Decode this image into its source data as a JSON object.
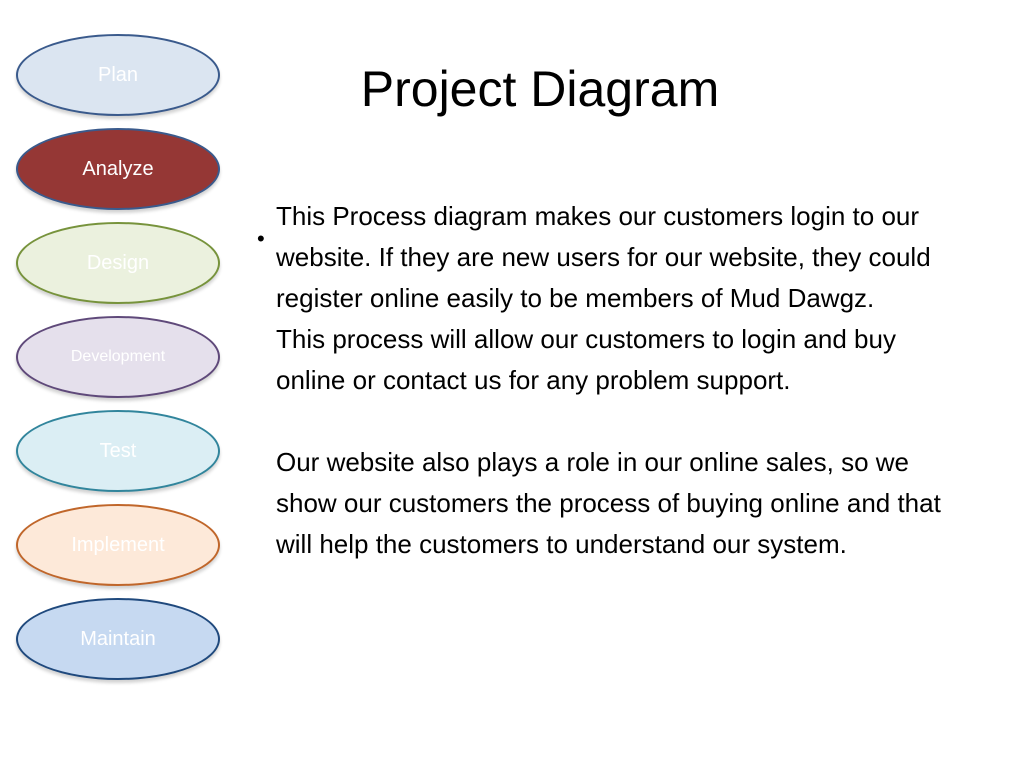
{
  "title": "Project Diagram",
  "phases": [
    {
      "label": "Plan",
      "fill": "#dbe5f1",
      "border": "#3a5a8c",
      "text_color": "#ffffff"
    },
    {
      "label": "Analyze",
      "fill": "#953735",
      "border": "#3a5a8c",
      "text_color": "#ffffff"
    },
    {
      "label": "Design",
      "fill": "#ebf1de",
      "border": "#77933c",
      "text_color": "#ffffff"
    },
    {
      "label": "Development",
      "fill": "#e5e0ec",
      "border": "#5f497a",
      "text_color": "#ffffff"
    },
    {
      "label": "Test",
      "fill": "#dbeef4",
      "border": "#31859c",
      "text_color": "#ffffff"
    },
    {
      "label": "Implement",
      "fill": "#fde9d9",
      "border": "#c0662a",
      "text_color": "#ffffff"
    },
    {
      "label": "Maintain",
      "fill": "#c6d9f1",
      "border": "#1f497d",
      "text_color": "#ffffff"
    }
  ],
  "bullet_symbol": "•",
  "body": {
    "paragraph_1": "This Process diagram makes our customers login to our website. If they are new users for our website, they could register online easily to be members of Mud Dawgz.",
    "paragraph_2": "This process will allow our customers to login and buy online or  contact us for any problem support.",
    "paragraph_3": "Our website also plays a role in our online sales, so we show our customers the process of buying online and that will help the customers to understand our system."
  }
}
